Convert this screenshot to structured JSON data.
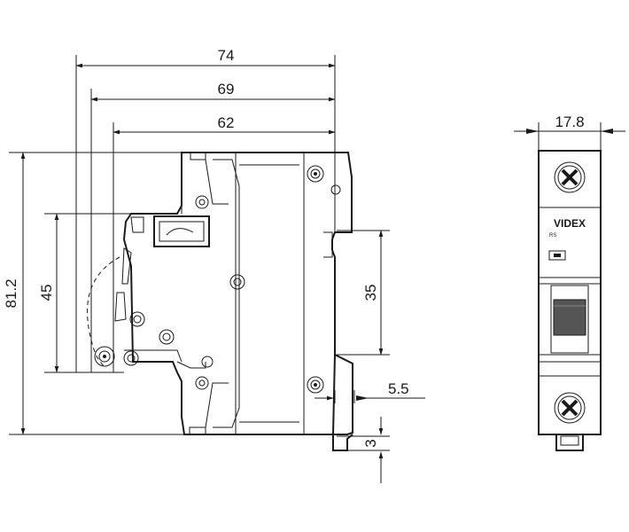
{
  "side_view": {
    "dimensions": {
      "width_74": "74",
      "width_69": "69",
      "width_62": "62",
      "height_81_2": "81.2",
      "height_45": "45",
      "height_35": "35",
      "offset_5_5": "5.5",
      "offset_3": "3"
    }
  },
  "front_view": {
    "width_label": "17.8",
    "brand": "VIDEX",
    "model": "RS"
  },
  "colors": {
    "line": "#1a1a1a",
    "handle_dark": "#555555",
    "background": "#ffffff"
  }
}
